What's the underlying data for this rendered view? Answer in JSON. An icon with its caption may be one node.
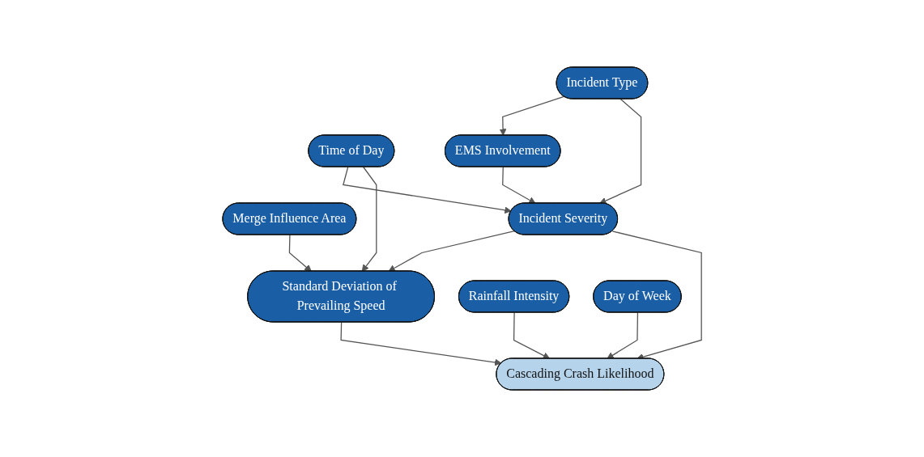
{
  "diagram": {
    "nodes": [
      {
        "text": [
          "Incident Type"
        ]
      },
      {
        "text": [
          "Time of Day"
        ]
      },
      {
        "text": [
          "EMS Involvement"
        ]
      },
      {
        "text": [
          "Merge Influence Area"
        ]
      },
      {
        "text": [
          "Incident Severity"
        ]
      },
      {
        "text": [
          "Standard Deviation of Prevailing Speed"
        ]
      },
      {
        "text": [
          "Rainfall Intensity"
        ]
      },
      {
        "text": [
          "Day of Week"
        ]
      },
      {
        "text": [
          "Cascading Crash Likelihood"
        ]
      }
    ],
    "edges": [
      {
        "from": 0,
        "to": 2,
        "arrow": "to"
      },
      {
        "from": 0,
        "to": 4,
        "arrow": "to"
      },
      {
        "from": 1,
        "to": 4,
        "arrow": "to"
      },
      {
        "from": 2,
        "to": 4,
        "arrow": "to"
      },
      {
        "from": 1,
        "to": 5,
        "arrow": "to"
      },
      {
        "from": 3,
        "to": 5,
        "arrow": "to"
      },
      {
        "from": 4,
        "to": 5,
        "arrow": "to"
      },
      {
        "from": 4,
        "to": 8,
        "arrow": "to"
      },
      {
        "from": 5,
        "to": 8,
        "arrow": "to"
      },
      {
        "from": 6,
        "to": 8,
        "arrow": "to"
      },
      {
        "from": 7,
        "to": 8,
        "arrow": "to"
      }
    ]
  }
}
